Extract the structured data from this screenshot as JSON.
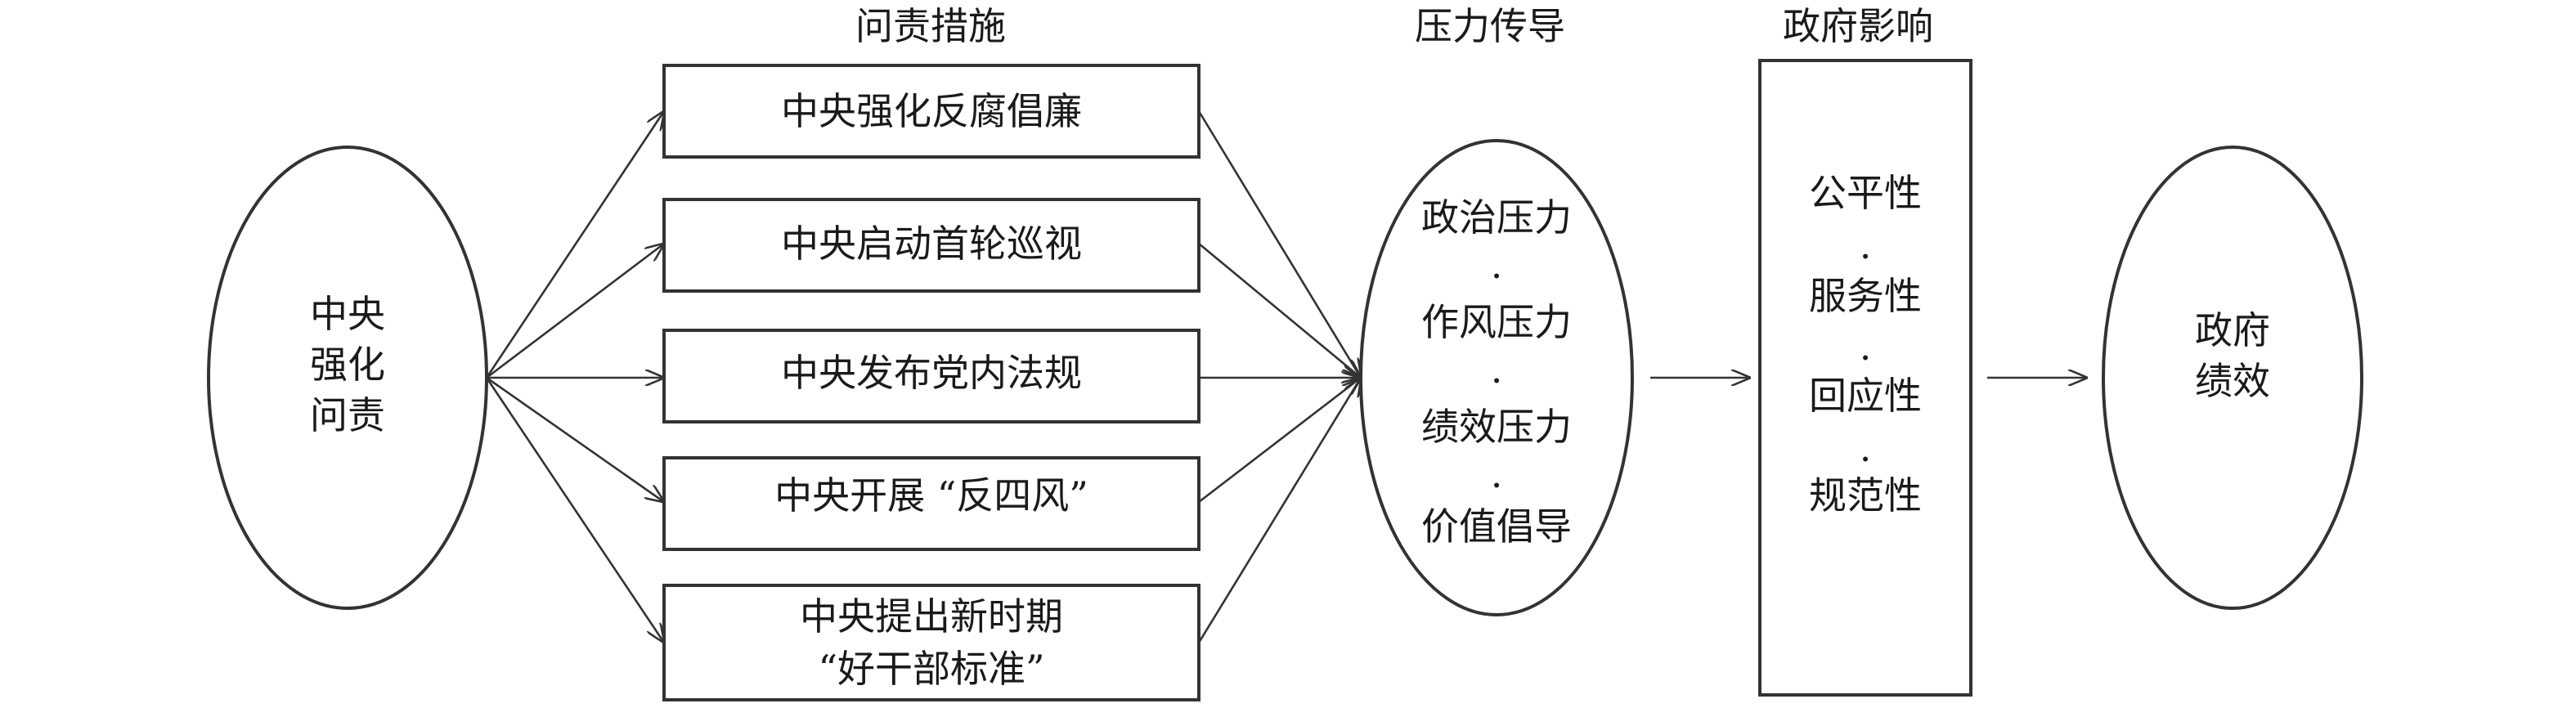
{
  "headers": {
    "measures": "问责措施",
    "pressure": "压力传导",
    "impact": "政府影响"
  },
  "source_node": {
    "lines": [
      "中央",
      "强化",
      "问责"
    ]
  },
  "measures": [
    {
      "lines": [
        "中央强化反腐倡廉"
      ]
    },
    {
      "lines": [
        "中央启动首轮巡视"
      ]
    },
    {
      "lines": [
        "中央发布党内法规"
      ]
    },
    {
      "lines": [
        "中央开展 “反四风”"
      ]
    },
    {
      "lines": [
        "中央提出新时期",
        "“好干部标准”"
      ]
    }
  ],
  "pressure_node": {
    "items": [
      "政治压力",
      "作风压力",
      "绩效压力",
      "价值倡导"
    ],
    "separator": "."
  },
  "impact_box": {
    "items": [
      "公平性",
      "服务性",
      "回应性",
      "规范性"
    ],
    "separator": "."
  },
  "target_node": {
    "lines": [
      "政府",
      "绩效"
    ]
  }
}
